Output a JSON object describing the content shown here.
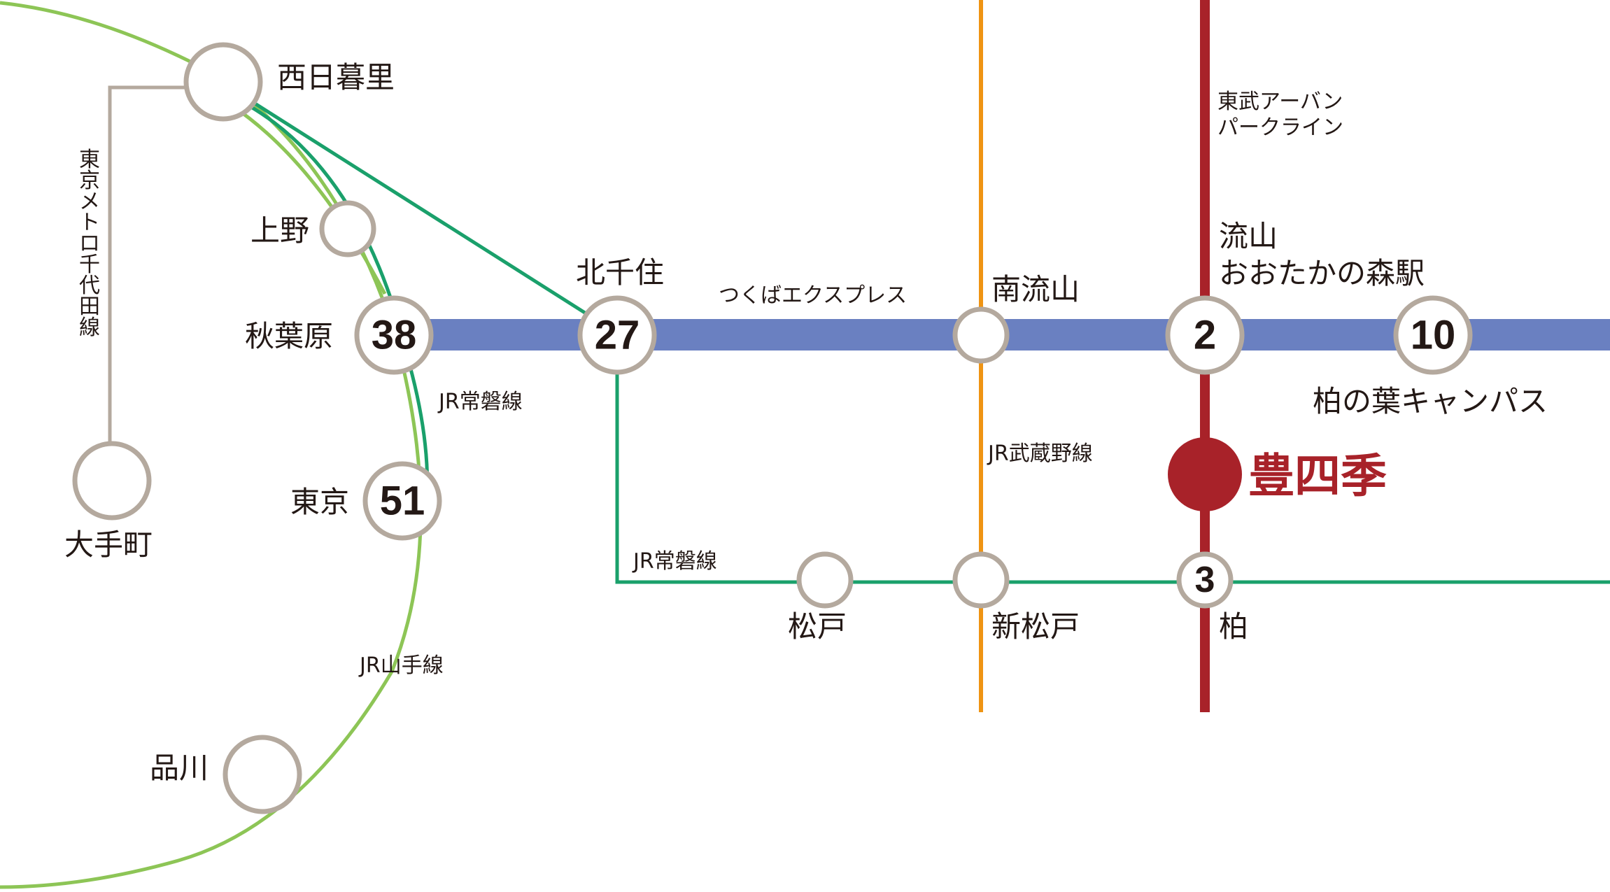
{
  "colors": {
    "tsukuba": "#6a80c1",
    "joban": "#1aa06b",
    "yamanote": "#8dc556",
    "musashino": "#ef9413",
    "tobu": "#a82229",
    "chiyoda": "#b4a99e",
    "station_stroke": "#b4a99e"
  },
  "lines": {
    "tsukuba": "つくばエクスプレス",
    "joban_upper": "JR常磐線",
    "joban_lower": "JR常磐線",
    "yamanote": "JR山手線",
    "musashino": "JR武蔵野線",
    "tobu_line1": "東武アーバン",
    "tobu_line2": "パークライン",
    "chiyoda": "東京メトロ千代田線"
  },
  "stations": {
    "nishinippori": "西日暮里",
    "ueno": "上野",
    "akihabara": "秋葉原",
    "tokyo": "東京",
    "shinagawa": "品川",
    "otemachi": "大手町",
    "kitasenju": "北千住",
    "minaminagareyama": "南流山",
    "otaka_line1": "流山",
    "otaka_line2": "おおたかの森駅",
    "kashiwanoha": "柏の葉キャンパス",
    "matsudo": "松戸",
    "shinmatsudo": "新松戸",
    "kashiwa": "柏"
  },
  "minutes": {
    "akihabara": "38",
    "tokyo": "51",
    "kitasenju": "27",
    "otaka": "2",
    "kashiwanoha": "10",
    "kashiwa": "3"
  },
  "destination": "豊四季"
}
